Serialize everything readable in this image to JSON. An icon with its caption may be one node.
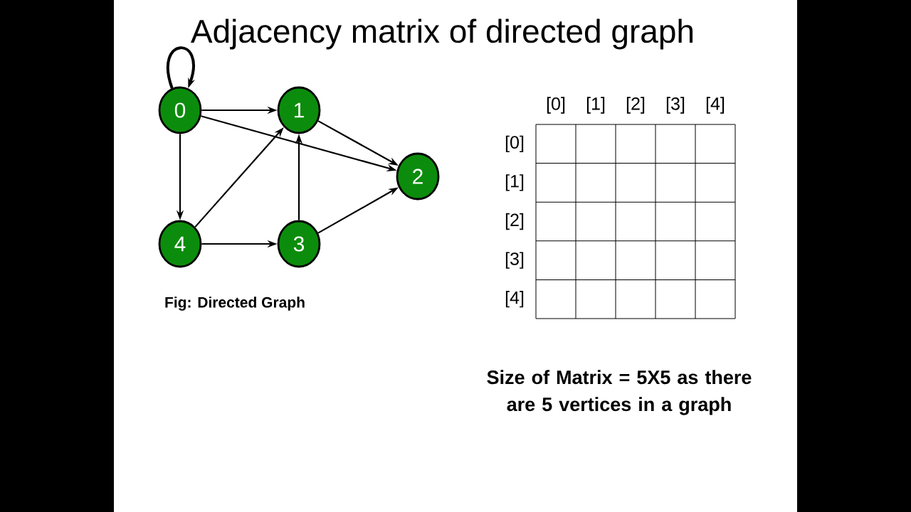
{
  "diagram": {
    "title": "Adjacency matrix of directed graph",
    "caption": "Fig: Directed Graph",
    "nodes": [
      {
        "text": [
          "0"
        ]
      },
      {
        "text": [
          "1"
        ]
      },
      {
        "text": [
          "2"
        ]
      },
      {
        "text": [
          "3"
        ]
      },
      {
        "text": [
          "4"
        ]
      }
    ],
    "edges": [
      {
        "from": 0,
        "to": 0,
        "arrow": "to"
      },
      {
        "from": 0,
        "to": 1,
        "arrow": "to"
      },
      {
        "from": 0,
        "to": 2,
        "arrow": "to"
      },
      {
        "from": 0,
        "to": 4,
        "arrow": "to"
      },
      {
        "from": 1,
        "to": 2,
        "arrow": "to"
      },
      {
        "from": 3,
        "to": 1,
        "arrow": "to"
      },
      {
        "from": 3,
        "to": 2,
        "arrow": "to"
      },
      {
        "from": 4,
        "to": 1,
        "arrow": "to"
      },
      {
        "from": 4,
        "to": 3,
        "arrow": "to"
      }
    ],
    "labels": [
      "[0]",
      "[1]",
      "[2]",
      "[3]",
      "[4]",
      "[0]",
      "[1]",
      "[2]",
      "[3]",
      "[4]",
      "Size of Matrix = 5X5 as there are 5 vertices in a graph"
    ]
  }
}
